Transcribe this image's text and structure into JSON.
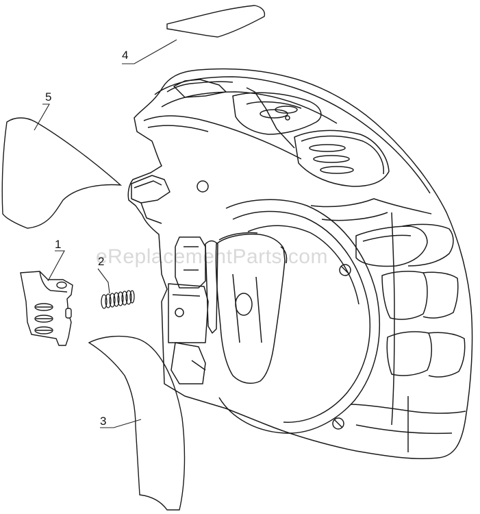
{
  "watermark": "eReplacementParts.com",
  "callouts": {
    "part1": "1",
    "part2": "2",
    "part3": "3",
    "part4": "4",
    "part5": "5"
  },
  "colors": {
    "line": "#1a1a1a",
    "leader": "#222222",
    "watermark": "#d9d9d9"
  }
}
